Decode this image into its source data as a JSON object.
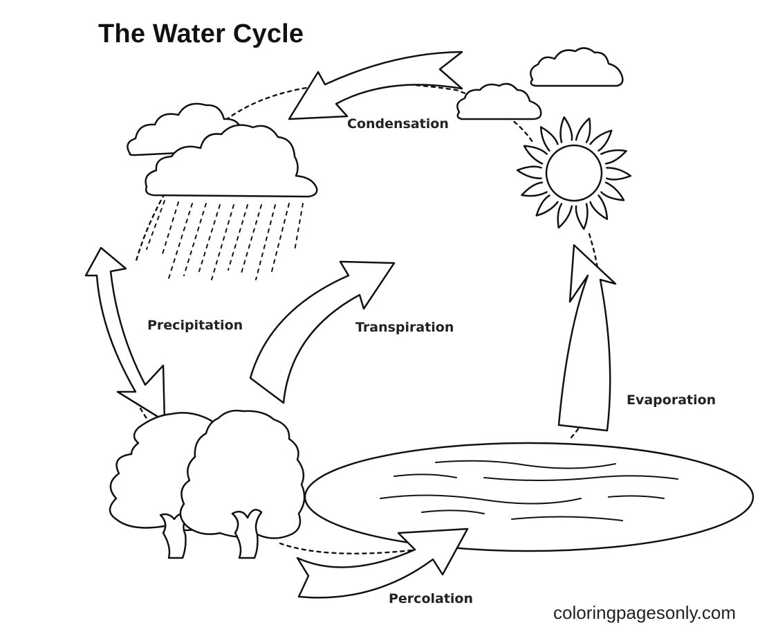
{
  "title": "The Water Cycle",
  "stages": {
    "condensation": "Condensation",
    "precipitation": "Precipitation",
    "transpiration": "Transpiration",
    "evaporation": "Evaporation",
    "percolation": "Percolation"
  },
  "watermark": "coloringpagesonly.com",
  "colors": {
    "ink": "#111111",
    "background": "#ffffff"
  }
}
